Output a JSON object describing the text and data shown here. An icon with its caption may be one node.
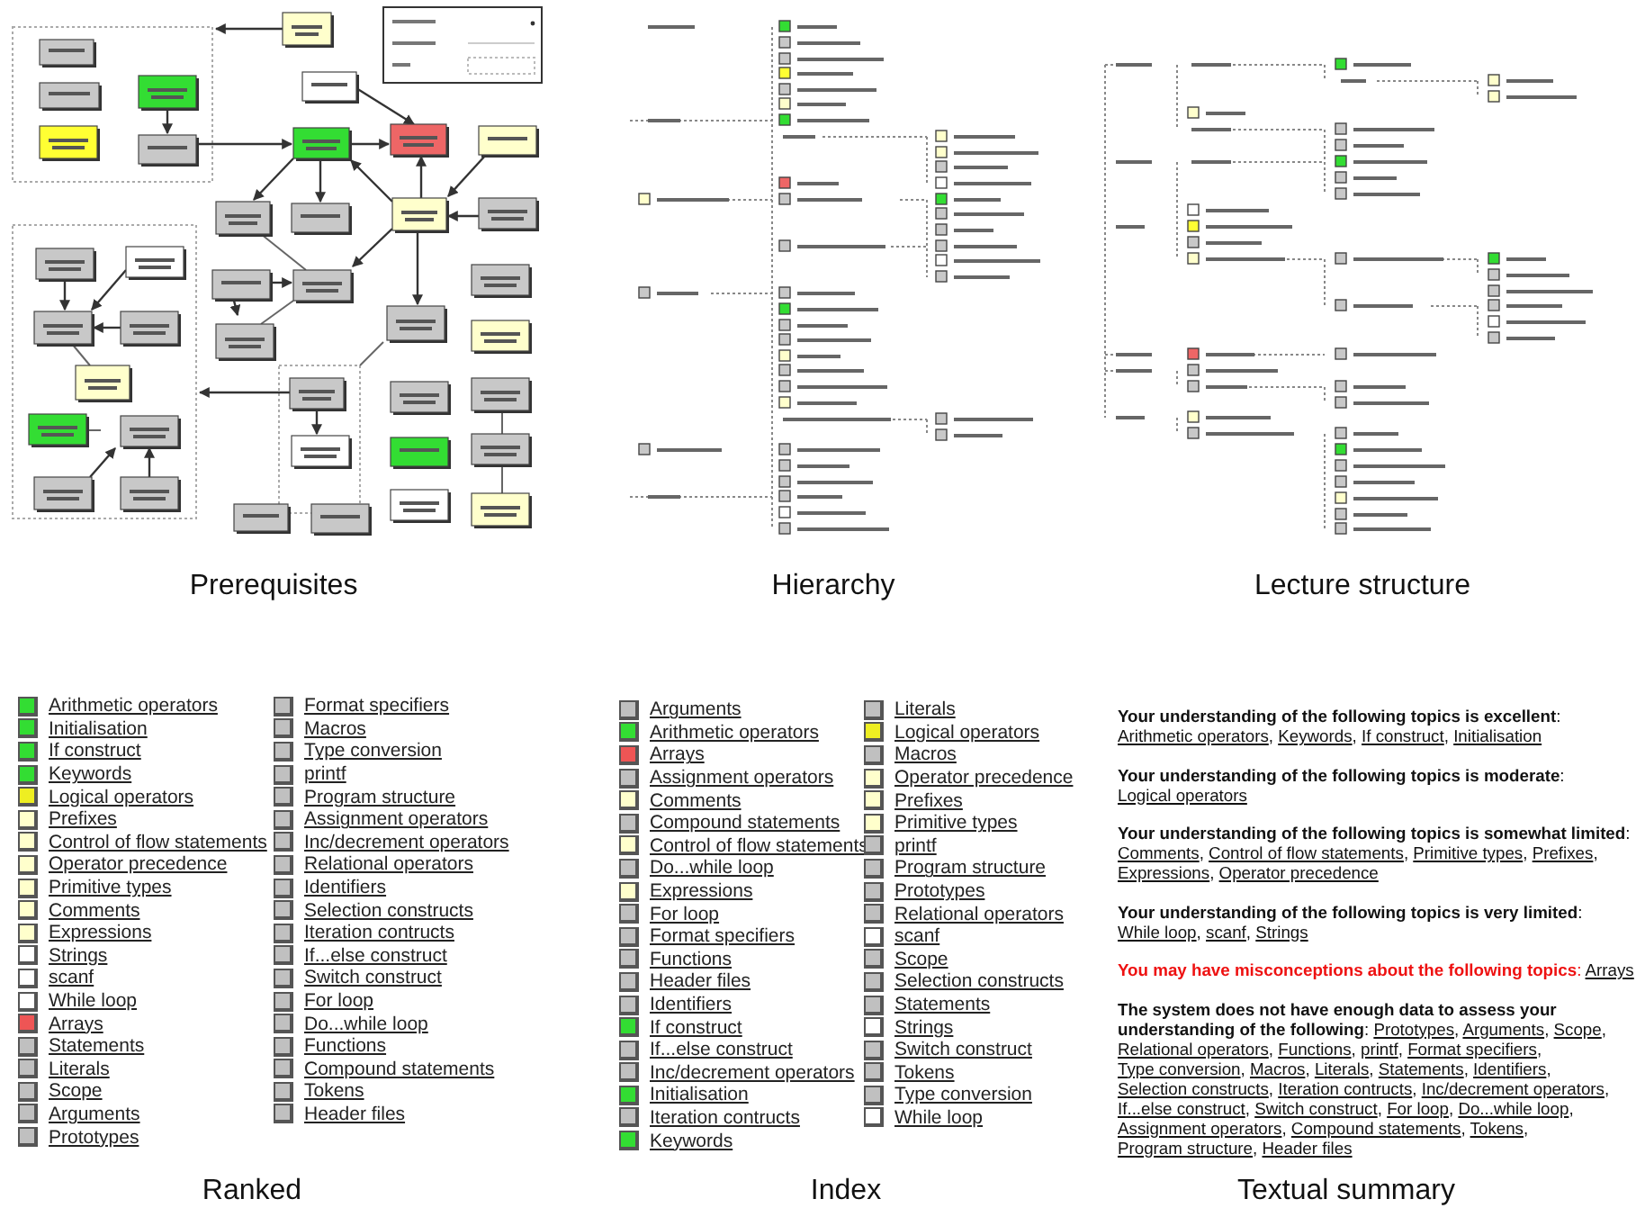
{
  "diagram": {
    "labels": [
      "Prerequisites",
      "Hierarchy",
      "Lecture structure",
      "**Your understanding of the following topics is excellent**: Arithmetic operators, Keywords, If construct, Initialisation",
      "**Your understanding of the following topics is moderate**: Logical operators",
      "**Your understanding of the following topics is somewhat limited**: Comments, Control of flow statements, Primitive types, Prefixes, Expressions, Operator precedence",
      "**Your understanding of the following topics is very limited**: While loop, scanf, Strings",
      "**You may have misconceptions about the following topics**: Arrays",
      "**The system does not have enough data to assess your understanding of the following**: Prototypes, Arguments, Scope, Relational operators, Functions, printf, Format specifiers, Type conversion, Macros, Literals, Statements, Identifiers, Selection constructs, Iteration contructs, Inc/decrement operators, If...else construct, Switch construct, For loop, Do...while loop, Assignment operators, Compound statements, Tokens, Program structure, Header files",
      "Ranked",
      "Index",
      "Textual summary"
    ],
    "legend": [
      {
        "text": "Arithmetic operators",
        "color": "#33dd33"
      },
      {
        "text": "Initialisation",
        "color": "#33dd33"
      },
      {
        "text": "If construct",
        "color": "#33dd33"
      },
      {
        "text": "Keywords",
        "color": "#33dd33"
      },
      {
        "text": "Logical operators",
        "color": "#eeee22"
      },
      {
        "text": "Prefixes",
        "color": "#ffffcc"
      },
      {
        "text": "Control of flow statements",
        "color": "#ffffcc"
      },
      {
        "text": "Operator precedence",
        "color": "#ffffcc"
      },
      {
        "text": "Primitive types",
        "color": "#ffffcc"
      },
      {
        "text": "Comments",
        "color": "#ffffcc"
      },
      {
        "text": "Expressions",
        "color": "#ffffcc"
      },
      {
        "text": "Strings",
        "color": "#ffffff"
      },
      {
        "text": "scanf",
        "color": "#ffffff"
      },
      {
        "text": "While loop",
        "color": "#ffffff"
      },
      {
        "text": "Arrays",
        "color": "#ee5555"
      },
      {
        "text": "Statements",
        "color": "#c0c0c0"
      },
      {
        "text": "Literals",
        "color": "#c0c0c0"
      },
      {
        "text": "Scope",
        "color": "#c0c0c0"
      },
      {
        "text": "Arguments",
        "color": "#c0c0c0"
      },
      {
        "text": "Prototypes",
        "color": "#c0c0c0"
      },
      {
        "text": "Format specifiers",
        "color": "#c0c0c0"
      },
      {
        "text": "Macros",
        "color": "#c0c0c0"
      },
      {
        "text": "Type conversion",
        "color": "#c0c0c0"
      },
      {
        "text": "printf",
        "color": "#c0c0c0"
      },
      {
        "text": "Program structure",
        "color": "#c0c0c0"
      },
      {
        "text": "Assignment operators",
        "color": "#c0c0c0"
      },
      {
        "text": "Inc/decrement operators",
        "color": "#c0c0c0"
      },
      {
        "text": "Relational operators",
        "color": "#c0c0c0"
      },
      {
        "text": "Identifiers",
        "color": "#c0c0c0"
      },
      {
        "text": "Selection constructs",
        "color": "#c0c0c0"
      },
      {
        "text": "Iteration contructs",
        "color": "#c0c0c0"
      },
      {
        "text": "If...else construct",
        "color": "#c0c0c0"
      },
      {
        "text": "Switch construct",
        "color": "#c0c0c0"
      },
      {
        "text": "For loop",
        "color": "#c0c0c0"
      },
      {
        "text": "Do...while loop",
        "color": "#c0c0c0"
      },
      {
        "text": "Functions",
        "color": "#c0c0c0"
      },
      {
        "text": "Compound statements",
        "color": "#c0c0c0"
      },
      {
        "text": "Tokens",
        "color": "#c0c0c0"
      },
      {
        "text": "Header files",
        "color": "#c0c0c0"
      },
      {
        "text": "Arguments",
        "color": "#c0c0c0"
      },
      {
        "text": "Arithmetic operators",
        "color": "#33dd33"
      },
      {
        "text": "Arrays",
        "color": "#ee5555"
      },
      {
        "text": "Assignment operators",
        "color": "#c0c0c0"
      },
      {
        "text": "Comments",
        "color": "#ffffcc"
      },
      {
        "text": "Compound statements",
        "color": "#c0c0c0"
      },
      {
        "text": "Control of flow statements",
        "color": "#ffffcc"
      },
      {
        "text": "Do...while loop",
        "color": "#c0c0c0"
      },
      {
        "text": "Expressions",
        "color": "#ffffcc"
      },
      {
        "text": "For loop",
        "color": "#c0c0c0"
      },
      {
        "text": "Format specifiers",
        "color": "#c0c0c0"
      },
      {
        "text": "Functions",
        "color": "#c0c0c0"
      },
      {
        "text": "Header files",
        "color": "#c0c0c0"
      },
      {
        "text": "Identifiers",
        "color": "#c0c0c0"
      },
      {
        "text": "If construct",
        "color": "#33dd33"
      },
      {
        "text": "If...else construct",
        "color": "#c0c0c0"
      },
      {
        "text": "Inc/decrement operators",
        "color": "#c0c0c0"
      },
      {
        "text": "Initialisation",
        "color": "#33dd33"
      },
      {
        "text": "Iteration contructs",
        "color": "#c0c0c0"
      },
      {
        "text": "Keywords",
        "color": "#33dd33"
      },
      {
        "text": "Literals",
        "color": "#c0c0c0"
      },
      {
        "text": "Logical operators",
        "color": "#eeee22"
      },
      {
        "text": "Macros",
        "color": "#c0c0c0"
      },
      {
        "text": "Operator precedence",
        "color": "#ffffcc"
      },
      {
        "text": "Prefixes",
        "color": "#ffffcc"
      },
      {
        "text": "Primitive types",
        "color": "#ffffcc"
      },
      {
        "text": "printf",
        "color": "#c0c0c0"
      },
      {
        "text": "Program structure",
        "color": "#c0c0c0"
      },
      {
        "text": "Prototypes",
        "color": "#c0c0c0"
      },
      {
        "text": "Relational operators",
        "color": "#c0c0c0"
      },
      {
        "text": "scanf",
        "color": "#ffffff"
      },
      {
        "text": "Scope",
        "color": "#c0c0c0"
      },
      {
        "text": "Selection constructs",
        "color": "#c0c0c0"
      },
      {
        "text": "Statements",
        "color": "#c0c0c0"
      },
      {
        "text": "Strings",
        "color": "#ffffff"
      },
      {
        "text": "Switch construct",
        "color": "#c0c0c0"
      },
      {
        "text": "Tokens",
        "color": "#c0c0c0"
      },
      {
        "text": "Type conversion",
        "color": "#c0c0c0"
      },
      {
        "text": "While loop",
        "color": "#ffffff"
      }
    ]
  }
}
